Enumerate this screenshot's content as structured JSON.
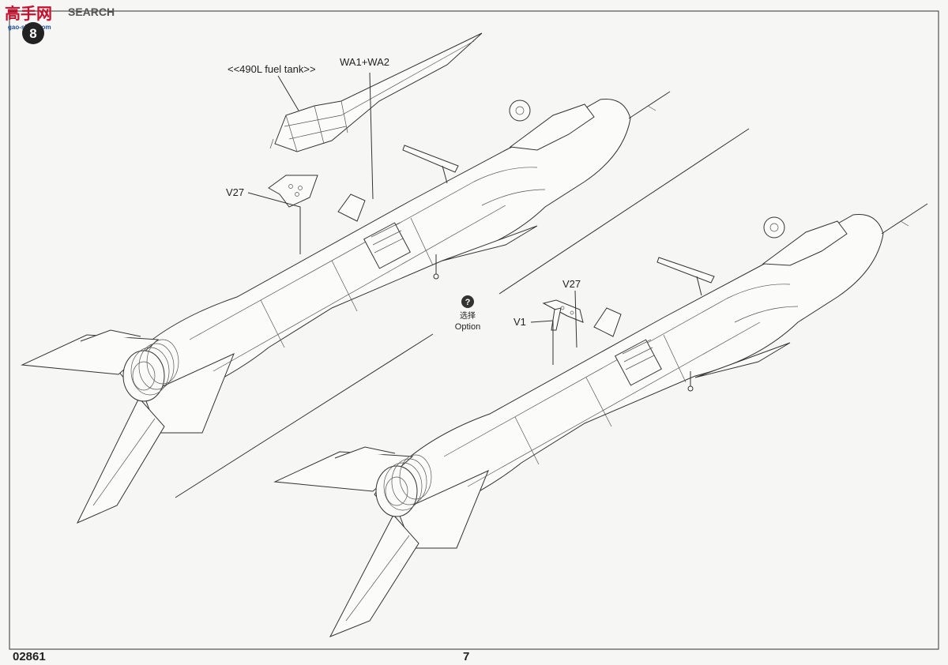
{
  "watermark": {
    "logo_text": "高手网",
    "brand_text": "SEARCH",
    "sub_text": "gao-shou.com"
  },
  "step": {
    "number": "8"
  },
  "labels": {
    "fuel_tank": "<<490L fuel tank>>",
    "wa": "WA1+WA2",
    "v27_top": "V27",
    "v27_bottom": "V27",
    "v1": "V1"
  },
  "option": {
    "symbol": "?",
    "cn": "选择",
    "en": "Option"
  },
  "footer": {
    "kit_number": "02861",
    "page_number": "7"
  },
  "colors": {
    "paper": "#f6f6f4",
    "ink": "#333333",
    "watermark_red": "#c8102e",
    "watermark_blue": "#1a4f9c"
  }
}
